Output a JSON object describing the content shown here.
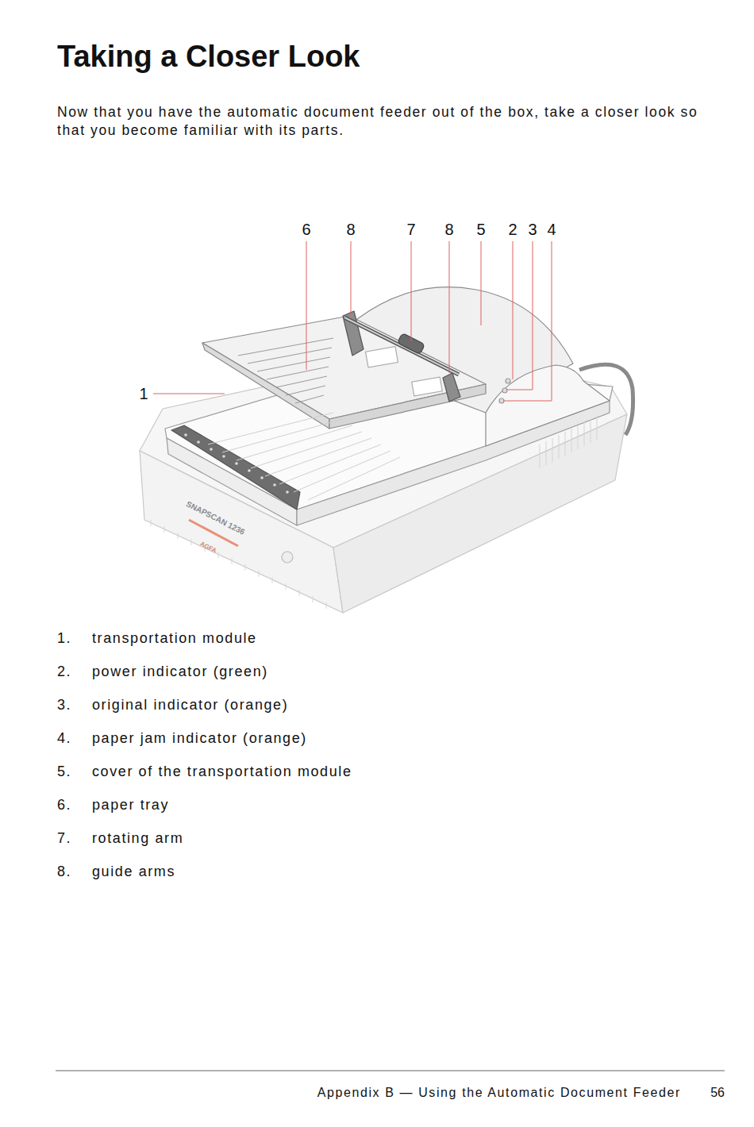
{
  "diagram": {
    "title": "Taking a Closer Look",
    "labels": [
      "Now that you have the automatic document feeder out of the box, take a closer look so that you become familiar with its parts.",
      "6",
      "8",
      "7",
      "8",
      "5",
      "2",
      "3",
      "4",
      "1",
      "1.",
      "transportation module",
      "2.",
      "power indicator (green)",
      "3.",
      "original indicator (orange)",
      "4.",
      "paper jam indicator (orange)",
      "5.",
      "cover of the transportation module",
      "6.",
      "paper tray",
      "7.",
      "rotating arm",
      "8.",
      "guide arms",
      "Appendix B — Using the Automatic Document Feeder",
      "56",
      "SNAPSCAN 1236",
      "AGFA"
    ]
  }
}
